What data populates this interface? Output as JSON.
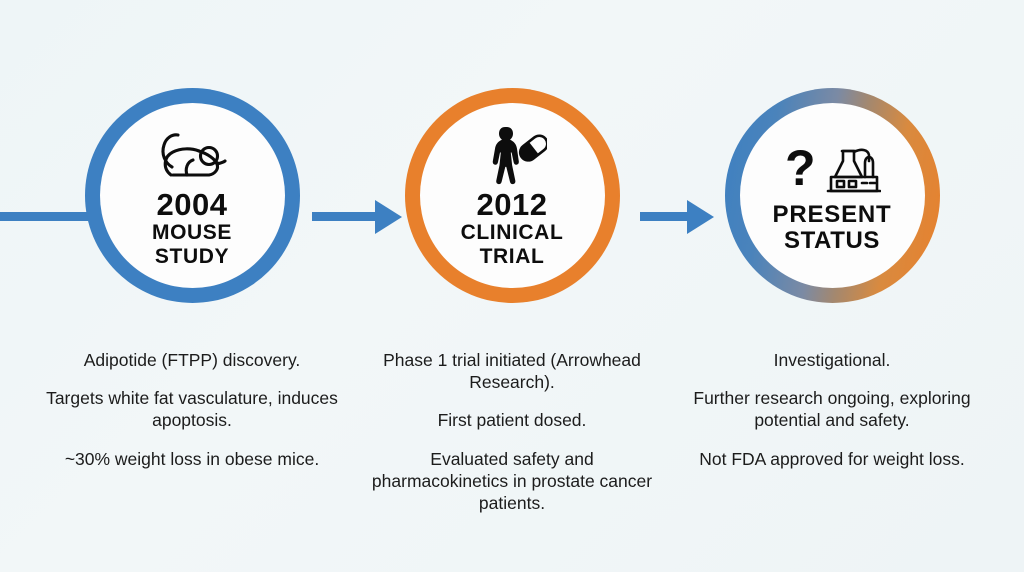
{
  "theme": {
    "background": "#eef4f6",
    "blue": "#3d80c2",
    "orange": "#e8802c",
    "text": "#1c1c1c"
  },
  "connectors": {
    "rail_label": "timeline-rail",
    "arrow_1_label": "arrow-2004-to-2012",
    "arrow_2_label": "arrow-2012-to-present"
  },
  "stages": [
    {
      "id": "mouse-study",
      "icon": "mouse-icon",
      "ring": "blue",
      "year": "2004",
      "label_line_1": "MOUSE",
      "label_line_2": "STUDY",
      "caption": [
        "Adipotide (FTPP) discovery.",
        "Targets white fat vasculature, induces apoptosis.",
        "~30% weight loss in obese mice."
      ]
    },
    {
      "id": "clinical-trial",
      "icon": "patient-pill-icon",
      "ring": "orange",
      "year": "2012",
      "label_line_1": "CLINICAL",
      "label_line_2": "TRIAL",
      "caption": [
        "Phase 1 trial initiated (Arrowhead Research).",
        "First patient dosed.",
        "Evaluated safety and pharmacokinetics in prostate cancer patients."
      ]
    },
    {
      "id": "present-status",
      "icon": "question-factory-icon",
      "ring": "gradient",
      "year": "PRESENT",
      "label_line_1": "STATUS",
      "label_line_2": "",
      "caption": [
        "Investigational.",
        "Further research ongoing, exploring potential and safety.",
        "Not FDA approved for weight loss."
      ]
    }
  ]
}
